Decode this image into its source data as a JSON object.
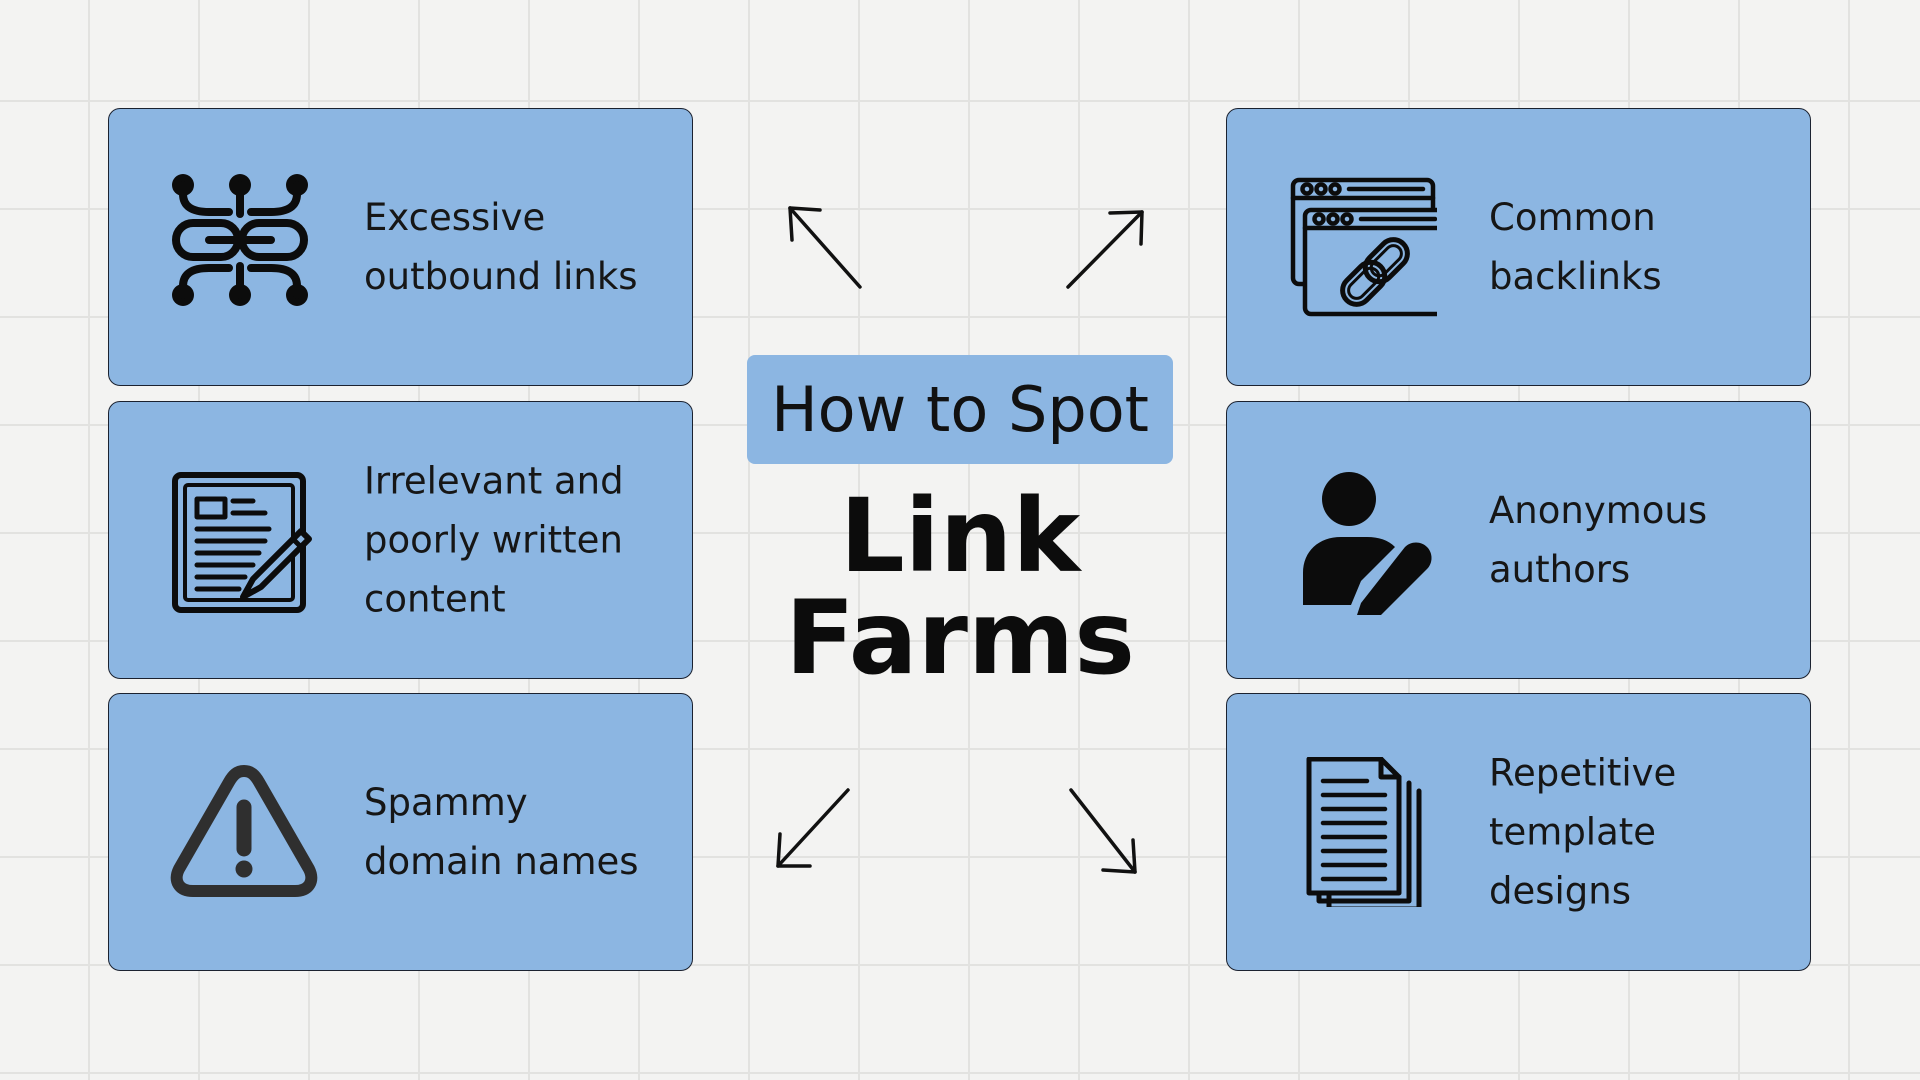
{
  "title": {
    "subtitle": "How to Spot",
    "main": "Link\nFarms"
  },
  "colors": {
    "card_fill": "#8cb6e2",
    "card_border": "#1b2230",
    "background": "#f3f3f2",
    "text": "#111111"
  },
  "cards": {
    "excessive_outbound": {
      "label": "Excessive\noutbound links",
      "icon": "network-links-icon"
    },
    "irrelevant_content": {
      "label": "Irrelevant and\npoorly written\ncontent",
      "icon": "document-edit-icon"
    },
    "spammy_domains": {
      "label": "Spammy\ndomain names",
      "icon": "warning-icon"
    },
    "common_backlinks": {
      "label": "Common\nbacklinks",
      "icon": "browser-link-icon"
    },
    "anonymous_authors": {
      "label": "Anonymous\nauthors",
      "icon": "user-edit-icon"
    },
    "repetitive_templates": {
      "label": "Repetitive\ntemplate\ndesigns",
      "icon": "stacked-documents-icon"
    }
  }
}
